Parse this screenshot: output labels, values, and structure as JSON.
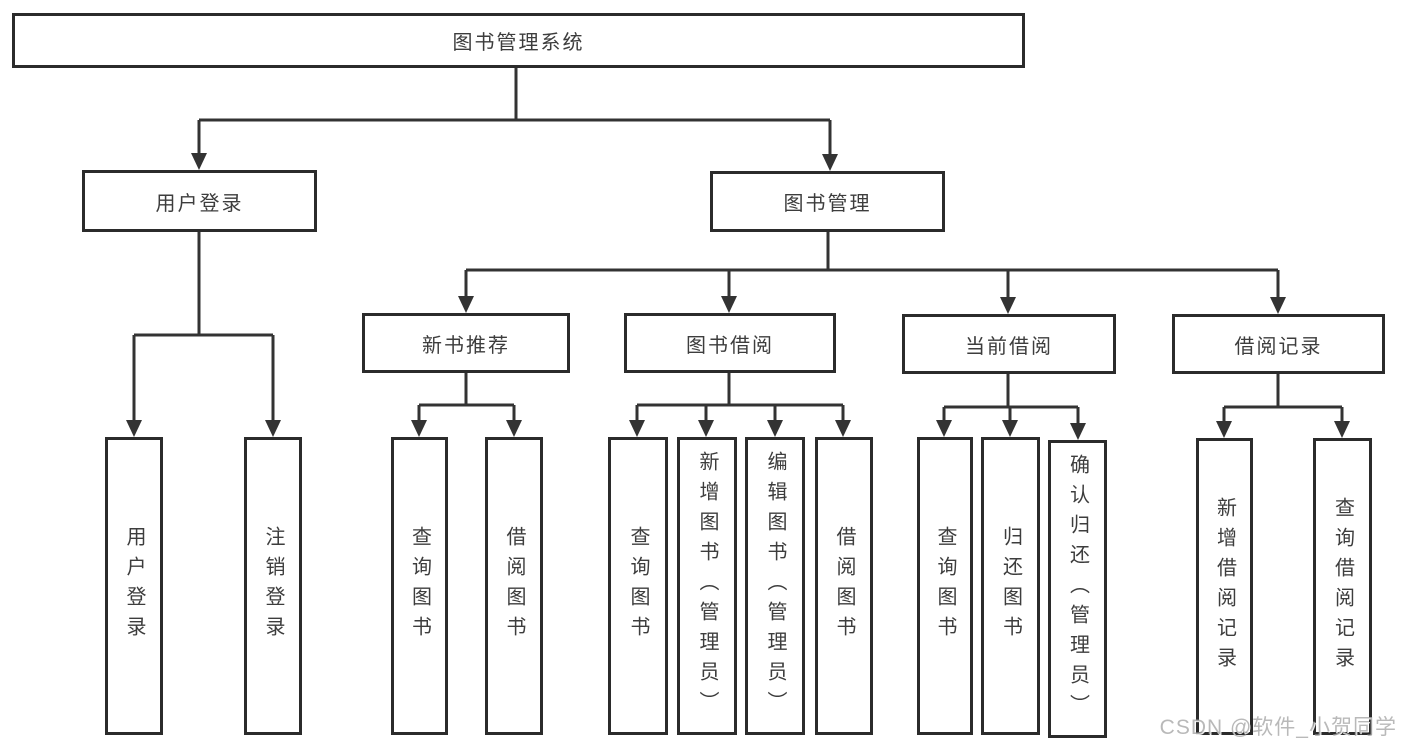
{
  "diagram": {
    "title": "图书管理系统",
    "tree": {
      "label": "图书管理系统",
      "children": [
        {
          "label": "用户登录",
          "children": [
            {
              "label": "用户登录"
            },
            {
              "label": "注销登录"
            }
          ]
        },
        {
          "label": "图书管理",
          "children": [
            {
              "label": "新书推荐",
              "children": [
                {
                  "label": "查询图书"
                },
                {
                  "label": "借阅图书"
                }
              ]
            },
            {
              "label": "图书借阅",
              "children": [
                {
                  "label": "查询图书"
                },
                {
                  "label": "新增图书（管理员）"
                },
                {
                  "label": "编辑图书（管理员）"
                },
                {
                  "label": "借阅图书"
                }
              ]
            },
            {
              "label": "当前借阅",
              "children": [
                {
                  "label": "查询图书"
                },
                {
                  "label": "归还图书"
                },
                {
                  "label": "确认归还（管理员）"
                }
              ]
            },
            {
              "label": "借阅记录",
              "children": [
                {
                  "label": "新增借阅记录"
                },
                {
                  "label": "查询借阅记录"
                }
              ]
            }
          ]
        }
      ]
    },
    "colors": {
      "background": "#ffffff",
      "box_border": "#2b2b2b",
      "box_fill": "#ffffff",
      "line": "#333333",
      "text": "#3d3d3d",
      "watermark": "#a8a8a8"
    }
  },
  "watermark": {
    "text": "CSDN @软件_小贺同学"
  }
}
